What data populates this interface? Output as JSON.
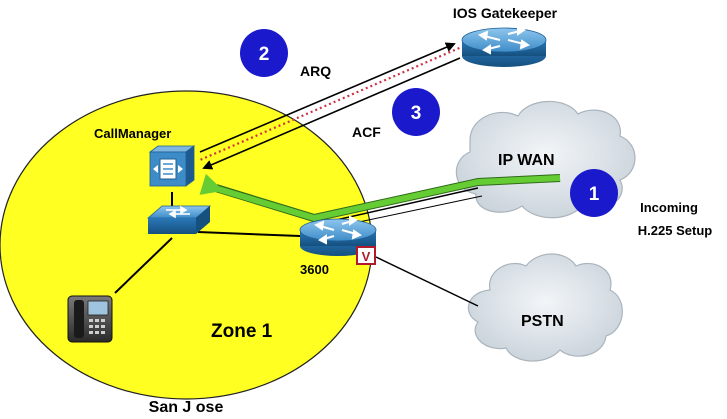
{
  "labels": {
    "gatekeeper": "IOS Gatekeeper",
    "callmanager": "CallManager",
    "ip_wan": "IP WAN",
    "pstn": "PSTN",
    "router": "3600",
    "voice_port": "V",
    "zone": "Zone 1",
    "site": "San J ose",
    "arq": "ARQ",
    "acf": "ACF",
    "incoming_line1": "Incoming",
    "incoming_line2": "H.225 Setup"
  },
  "steps": {
    "one": "1",
    "two": "2",
    "three": "3"
  },
  "colors": {
    "zone_fill": "#ffff22",
    "cloud_fill": "#dde4ea",
    "device_blue": "#2f7fbf",
    "step_badge": "#1a1acc",
    "call_flow": "#66cc33",
    "acf_dotted": "#cc3344",
    "voice_port_border": "#b01a2a"
  }
}
